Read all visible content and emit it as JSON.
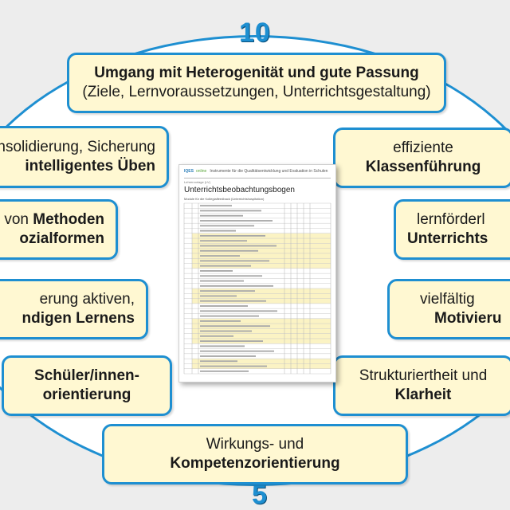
{
  "numbers": {
    "top": "10",
    "bottom": "5"
  },
  "boxes": {
    "top": {
      "line1": "Umgang mit Heterogenität und gute Passung",
      "line2": "(Ziele, Lernvoraussetzungen, Unterrichtsgestaltung)"
    },
    "left1": {
      "line1": "nsolidierung, Sicherung",
      "line2": "intelligentes Üben"
    },
    "left2": {
      "line1_prefix": "von ",
      "line1_bold": "Methoden",
      "line2": "ozialformen"
    },
    "left3": {
      "line1": "erung aktiven,",
      "line2": "ndigen Lernens"
    },
    "left4": {
      "line1": "Schüler/innen-",
      "line2": "orientierung"
    },
    "right1": {
      "line1": "effiziente",
      "line2": "Klassenführung"
    },
    "right2": {
      "line1": "lernförderl",
      "line2": "Unterrichts"
    },
    "right3": {
      "line1": "vielfältig",
      "line2": "Motivieru"
    },
    "right4": {
      "line1": "Strukturiertheit und",
      "line2": "Klarheit"
    },
    "bottom": {
      "line1": "Wirkungs- und",
      "line2": "Kompetenzorientierung"
    }
  },
  "document": {
    "logo": "IQES",
    "logo_suffix": "online",
    "header_text": "Instrumente für die Qualitätsentwicklung und Evaluation in Schulen",
    "small_text": "Lehrervorlage (LV)",
    "title": "Unterrichtsbeobachtungsbogen",
    "subtitle": "Module für die Kollegialfeedback (Unterrichtshospitation)"
  },
  "colors": {
    "accent": "#1e8fd1",
    "box_fill": "#fff8d2",
    "background": "#ededed"
  }
}
